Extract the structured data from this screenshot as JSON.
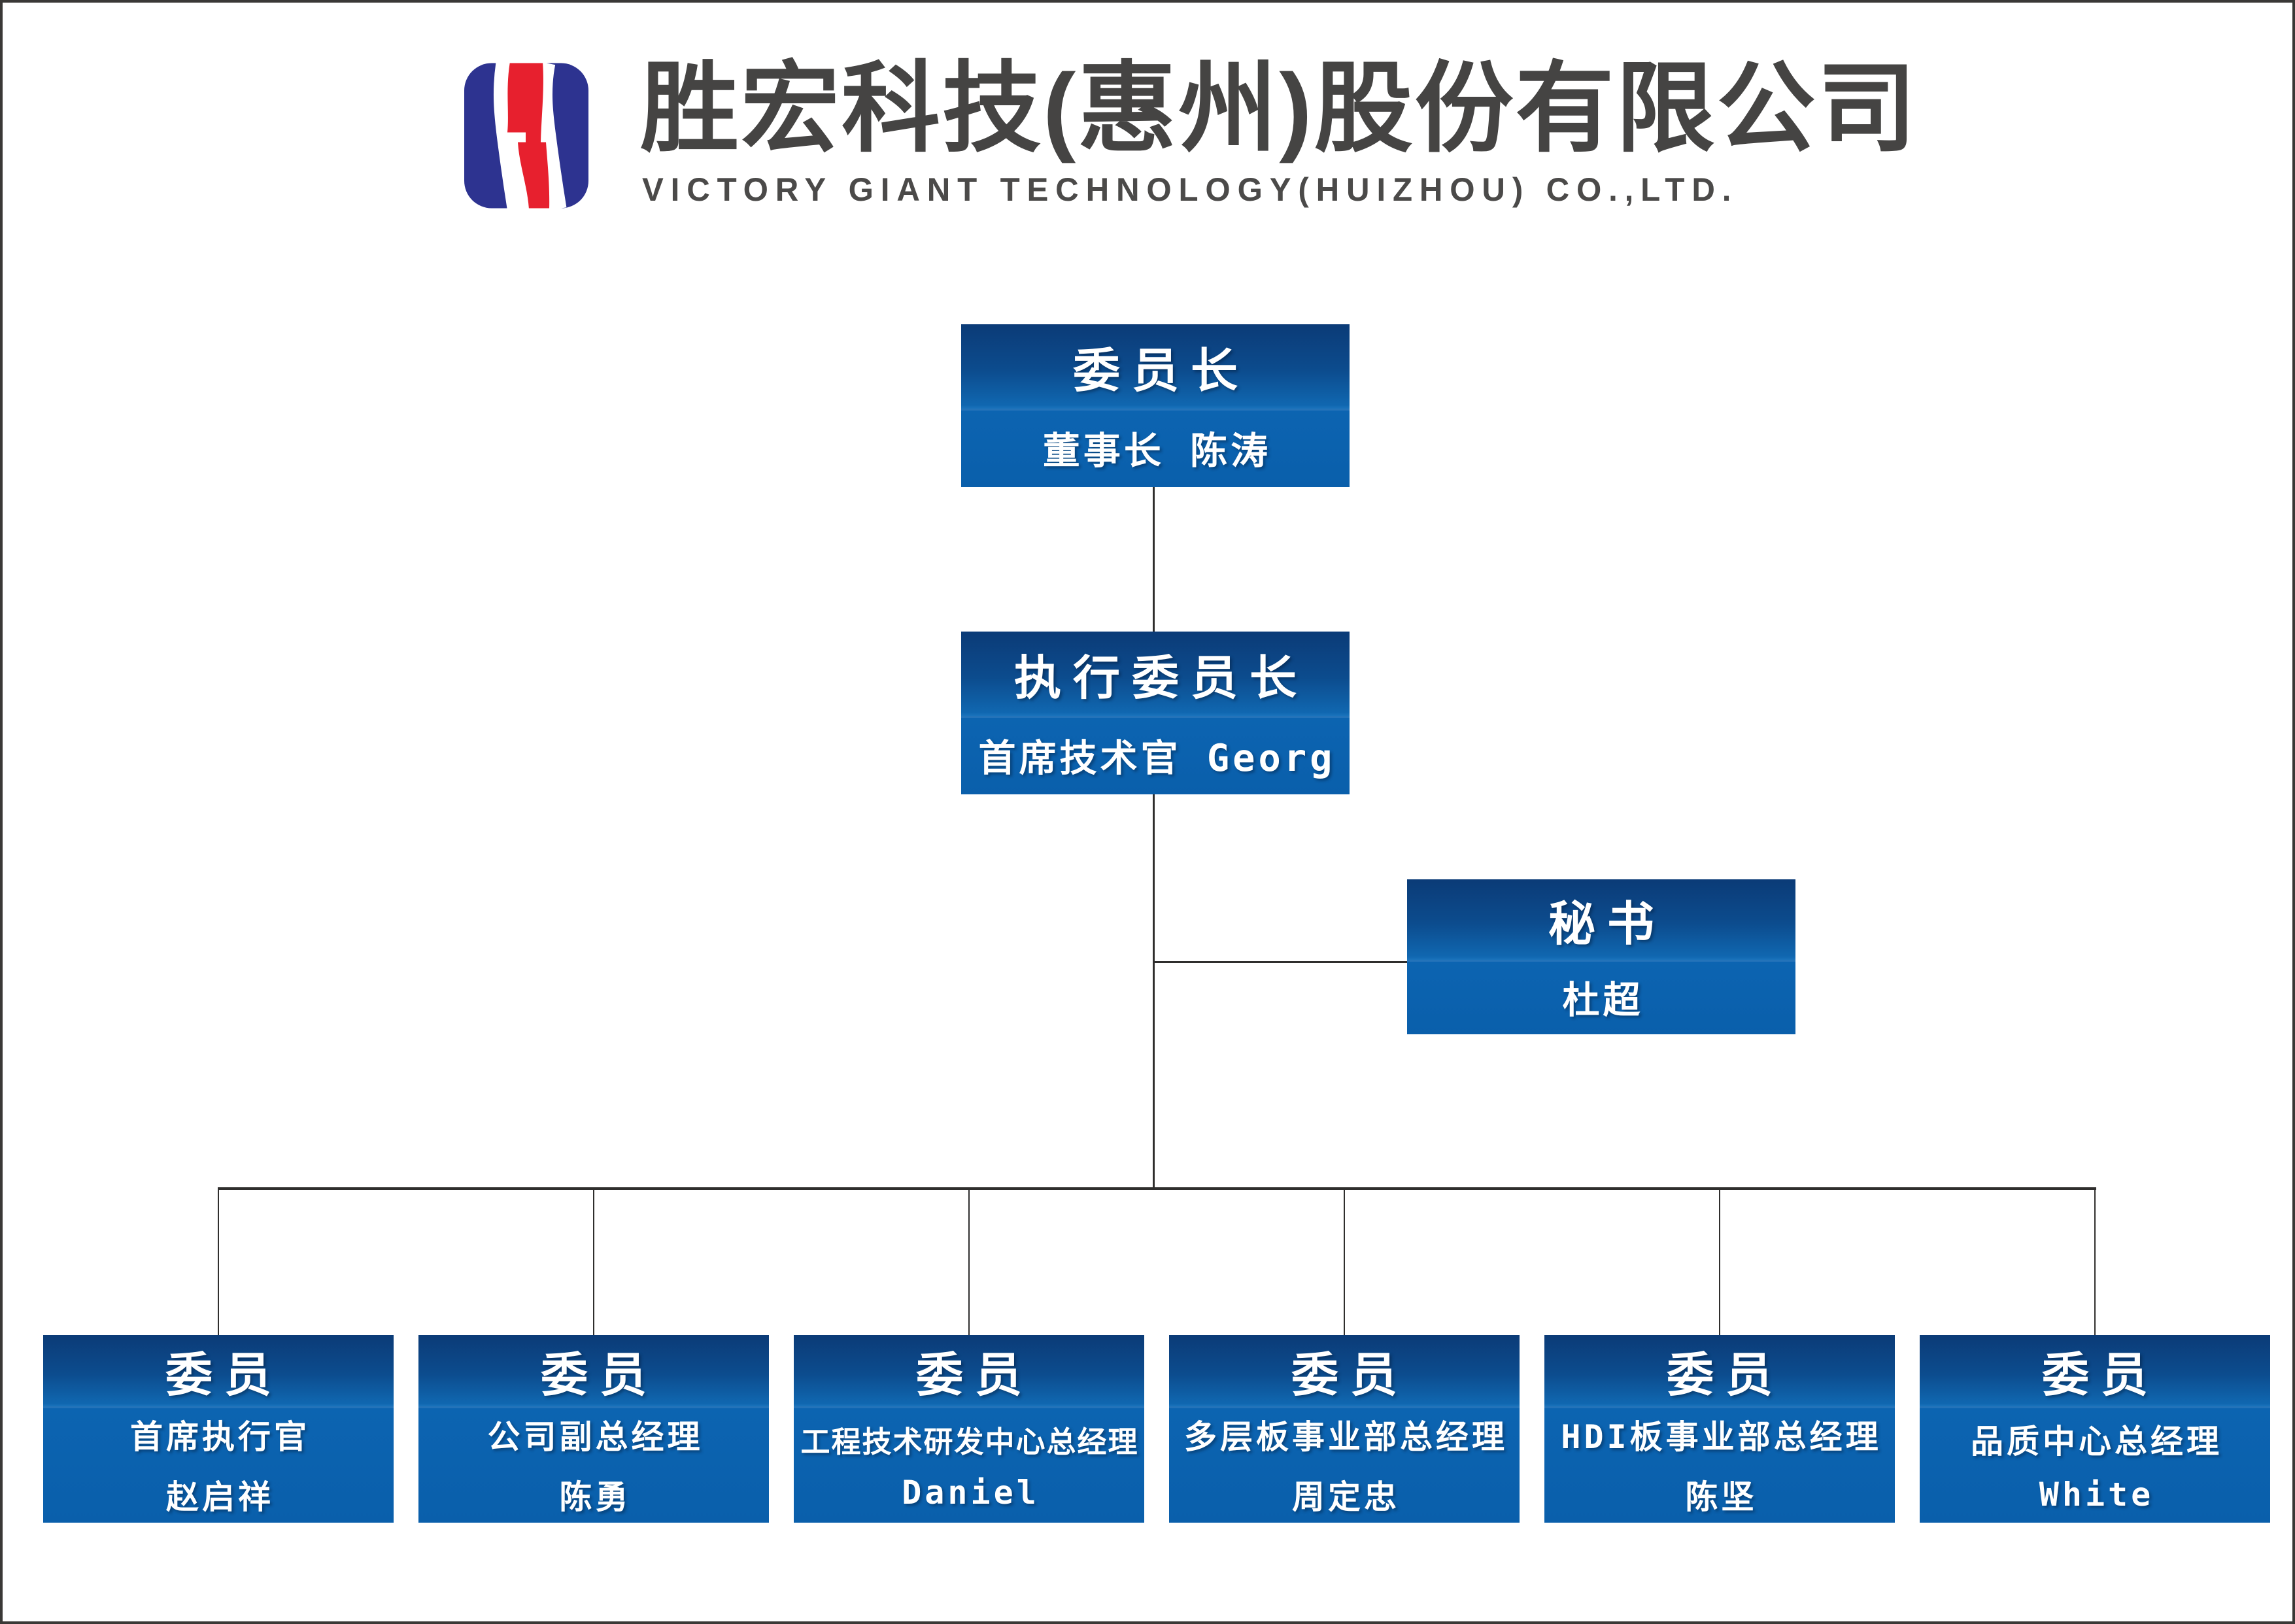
{
  "header": {
    "company_name_zh": "胜宏科技(惠州)股份有限公司",
    "company_name_en": "VICTORY GIANT TECHNOLOGY(HUIZHOU) CO.,LTD."
  },
  "org_chart": {
    "nodes": [
      {
        "title": "委员长",
        "line1": "董事长 陈涛"
      },
      {
        "title": "执行委员长",
        "line1": "首席技术官 Georg"
      },
      {
        "title": "秘书",
        "line1": "杜超"
      },
      {
        "title": "委员",
        "line1": "首席执行官",
        "line2": "赵启祥"
      },
      {
        "title": "委员",
        "line1": "公司副总经理",
        "line2": "陈勇"
      },
      {
        "title": "委员",
        "line1": "工程技术研发中心总经理",
        "line2": "Daniel"
      },
      {
        "title": "委员",
        "line1": "多层板事业部总经理",
        "line2": "周定忠"
      },
      {
        "title": "委员",
        "line1": "HDI板事业部总经理",
        "line2": "陈坚"
      },
      {
        "title": "委员",
        "line1": "品质中心总经理",
        "line2": "White"
      }
    ]
  },
  "colors": {
    "node_gradient_dark": "#0b3b77",
    "node_gradient_light": "#1067b0",
    "node_bottom_blue": "#0a5fab",
    "connector": "#2f2e2d",
    "canvas_border": "#3a3836",
    "header_text": "#454443",
    "logo_blue": "#2d3390",
    "logo_red": "#e7202e"
  }
}
